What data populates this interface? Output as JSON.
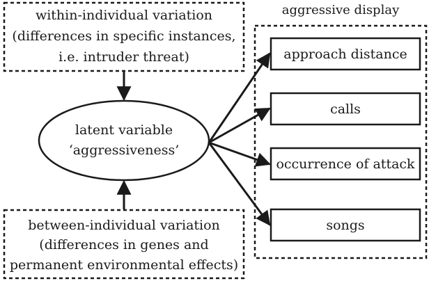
{
  "within": {
    "lines": [
      "within-individual variation",
      "(differences in specific instances,",
      "i.e. intruder threat)"
    ]
  },
  "between": {
    "lines": [
      "between-individual variation",
      "(differences in genes and",
      "permanent environmental effects)"
    ]
  },
  "latent": {
    "lines": [
      "latent variable",
      "‘aggressiveness’"
    ]
  },
  "display": {
    "title": "aggressive display",
    "items": [
      "approach distance",
      "calls",
      "occurrence of attack",
      "songs"
    ]
  }
}
